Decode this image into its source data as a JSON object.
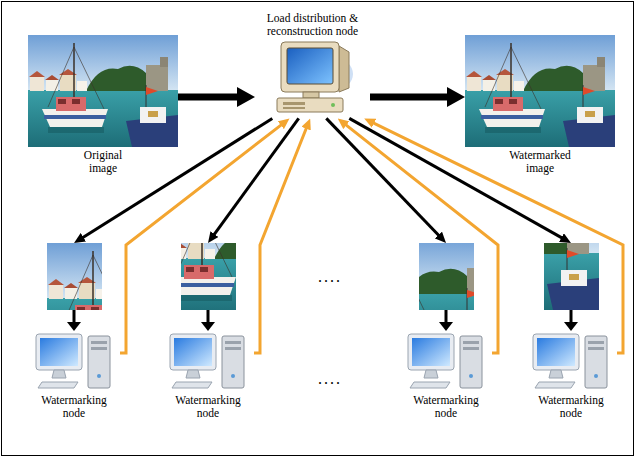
{
  "diagram": {
    "nodes": [
      {
        "text": [
          "Original image"
        ]
      },
      {
        "text": [
          "Load distribution & reconstruction node"
        ]
      },
      {
        "text": [
          "Watermarked image"
        ]
      },
      {
        "text": [
          "Watermarking node"
        ]
      },
      {
        "text": [
          "Watermarking node"
        ]
      },
      {
        "text": [
          "Watermarking node"
        ]
      },
      {
        "text": [
          "Watermarking node"
        ]
      }
    ],
    "edges": [
      {
        "from": 0,
        "to": 1,
        "arrow": "to"
      },
      {
        "from": 1,
        "to": 2,
        "arrow": "to"
      },
      {
        "from": 1,
        "to": 3,
        "arrow": "to"
      },
      {
        "from": 1,
        "to": 4,
        "arrow": "to"
      },
      {
        "from": 1,
        "to": 5,
        "arrow": "to"
      },
      {
        "from": 1,
        "to": 6,
        "arrow": "to"
      },
      {
        "from": 3,
        "to": 1,
        "arrow": "to"
      },
      {
        "from": 4,
        "to": 1,
        "arrow": "to"
      },
      {
        "from": 5,
        "to": 1,
        "arrow": "to"
      },
      {
        "from": 6,
        "to": 1,
        "arrow": "to"
      }
    ],
    "labels": [
      "....",
      "...."
    ]
  }
}
